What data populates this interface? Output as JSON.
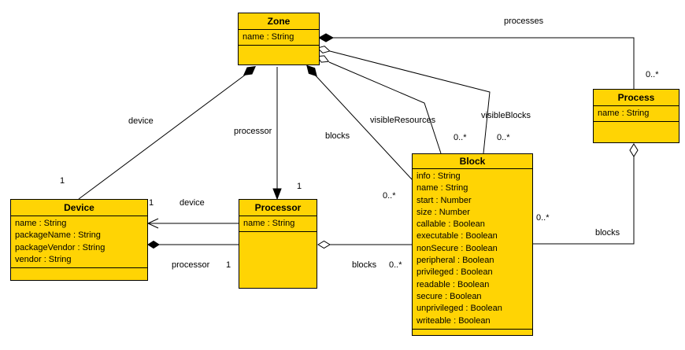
{
  "diagram_type": "uml-class-diagram",
  "colors": {
    "class_fill": "#FFD404",
    "border": "#000000",
    "background": "#ffffff"
  },
  "classes": {
    "zone": {
      "title": "Zone",
      "attributes": [
        "name : String"
      ]
    },
    "process": {
      "title": "Process",
      "attributes": [
        "name : String"
      ]
    },
    "block": {
      "title": "Block",
      "attributes": [
        "info : String",
        "name : String",
        "start : Number",
        "size : Number",
        "callable : Boolean",
        "executable : Boolean",
        "nonSecure : Boolean",
        "peripheral : Boolean",
        "privileged : Boolean",
        "readable : Boolean",
        "secure : Boolean",
        "unprivileged : Boolean",
        "writeable : Boolean"
      ]
    },
    "device": {
      "title": "Device",
      "attributes": [
        "name : String",
        "packageName : String",
        "packageVendor : String",
        "vendor : String"
      ]
    },
    "processor": {
      "title": "Processor",
      "attributes": [
        "name : String"
      ]
    }
  },
  "edges": {
    "zone_device": {
      "label": "device",
      "target_multiplicity": "1"
    },
    "zone_processor": {
      "label": "processor",
      "target_multiplicity": "1"
    },
    "zone_blocks": {
      "label": "blocks",
      "target_multiplicity": "0..*"
    },
    "zone_processes": {
      "label": "processes",
      "target_multiplicity": "0..*"
    },
    "zone_visible_resources": {
      "label": "visibleResources",
      "target_multiplicity": "0..*"
    },
    "zone_visible_blocks": {
      "label": "visibleBlocks",
      "target_multiplicity": "0..*"
    },
    "processor_device": {
      "label": "device",
      "target_multiplicity": "1"
    },
    "device_processor": {
      "label": "processor",
      "target_multiplicity": "1"
    },
    "processor_blocks": {
      "label": "blocks",
      "target_multiplicity": "0..*"
    },
    "process_blocks": {
      "label": "blocks",
      "target_multiplicity": "0..*"
    }
  }
}
